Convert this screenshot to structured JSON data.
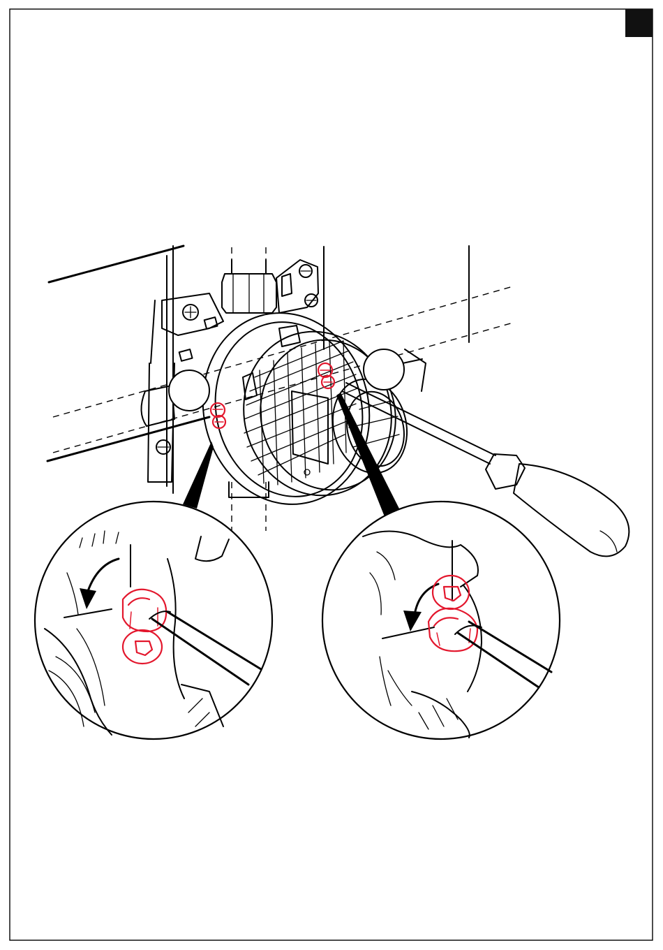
{
  "figure": {
    "colors": {
      "line": "#000000",
      "highlight": "#e3172d",
      "background": "#ffffff",
      "tab": "#111111"
    },
    "callouts": [
      {
        "id": "left",
        "label": ""
      },
      {
        "id": "right",
        "label": ""
      }
    ],
    "details": [
      {
        "id": "detail-left",
        "icon": "counterclockwise-arrow-icon"
      },
      {
        "id": "detail-right",
        "icon": "counterclockwise-arrow-icon"
      }
    ],
    "tool": {
      "icon": "screwdriver-icon"
    }
  }
}
